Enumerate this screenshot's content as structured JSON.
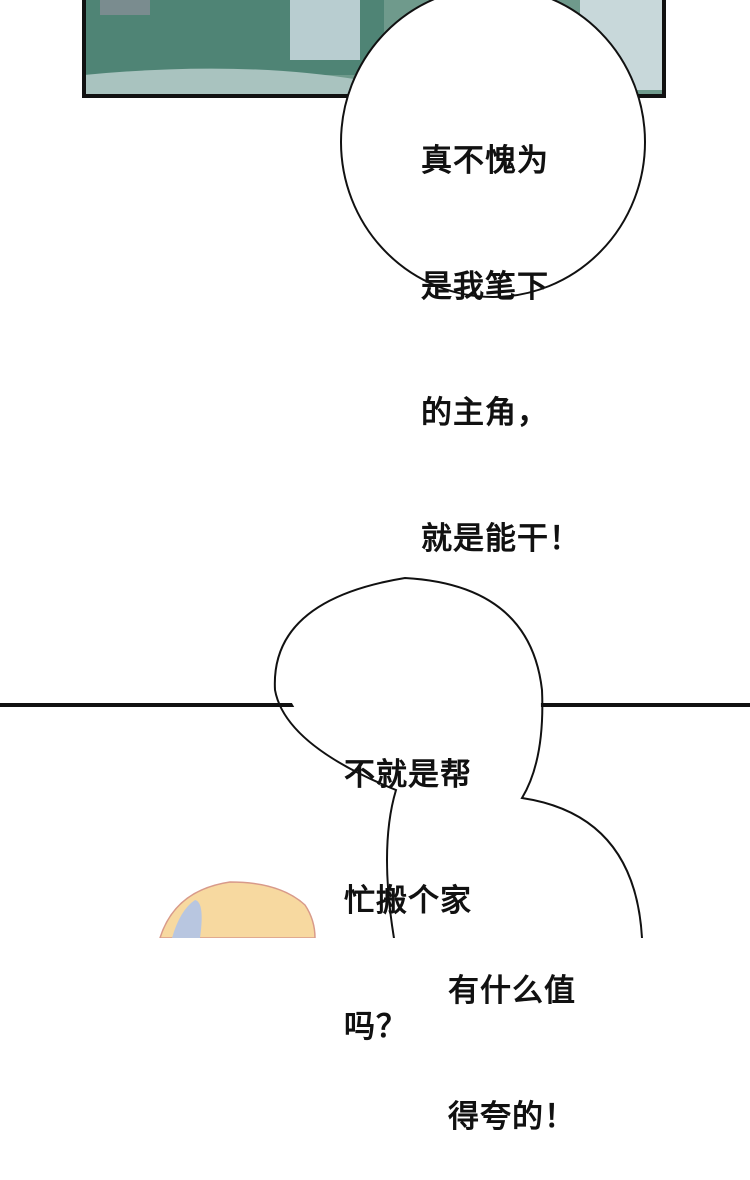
{
  "bubbles": [
    {
      "lines": [
        "真不愧为",
        "是我笔下",
        "的主角，",
        "就是能干！"
      ]
    },
    {
      "lines": [
        "不就是帮",
        "忙搬个家",
        "吗？"
      ]
    },
    {
      "lines": [
        "有什么值",
        "得夸的！"
      ]
    }
  ],
  "colors": {
    "panel_bg": "#5d8c7e",
    "border": "#111111",
    "hair": "#f7d9a0"
  }
}
